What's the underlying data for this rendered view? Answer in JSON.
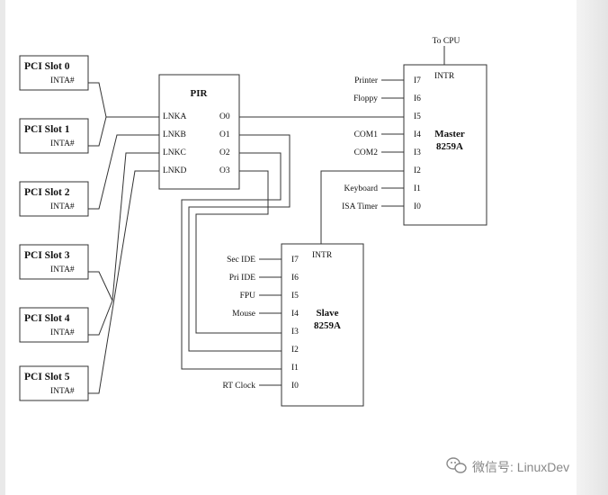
{
  "pci_slots": [
    {
      "title": "PCI Slot 0",
      "pin": "INTA#"
    },
    {
      "title": "PCI Slot 1",
      "pin": "INTA#"
    },
    {
      "title": "PCI Slot 2",
      "pin": "INTA#"
    },
    {
      "title": "PCI Slot 3",
      "pin": "INTA#"
    },
    {
      "title": "PCI Slot 4",
      "pin": "INTA#"
    },
    {
      "title": "PCI Slot 5",
      "pin": "INTA#"
    }
  ],
  "pir": {
    "title": "PIR",
    "inputs": [
      "LNKA",
      "LNKB",
      "LNKC",
      "LNKD"
    ],
    "outputs": [
      "O0",
      "O1",
      "O2",
      "O3"
    ]
  },
  "master": {
    "title": "Master",
    "subtitle": "8259A",
    "intr": "INTR",
    "to_cpu": "To CPU",
    "pins": [
      "I7",
      "I6",
      "I5",
      "I4",
      "I3",
      "I2",
      "I1",
      "I0"
    ],
    "sources": [
      "Printer",
      "Floppy",
      "",
      "COM1",
      "COM2",
      "",
      "Keyboard",
      "ISA Timer"
    ]
  },
  "slave": {
    "title": "Slave",
    "subtitle": "8259A",
    "intr": "INTR",
    "pins": [
      "I7",
      "I6",
      "I5",
      "I4",
      "I3",
      "I2",
      "I1",
      "I0"
    ],
    "sources": [
      "Sec IDE",
      "Pri IDE",
      "FPU",
      "Mouse",
      "",
      "",
      "",
      "RT Clock"
    ]
  },
  "watermark": {
    "text": "微信号: LinuxDev",
    "icon": "wechat-icon"
  }
}
